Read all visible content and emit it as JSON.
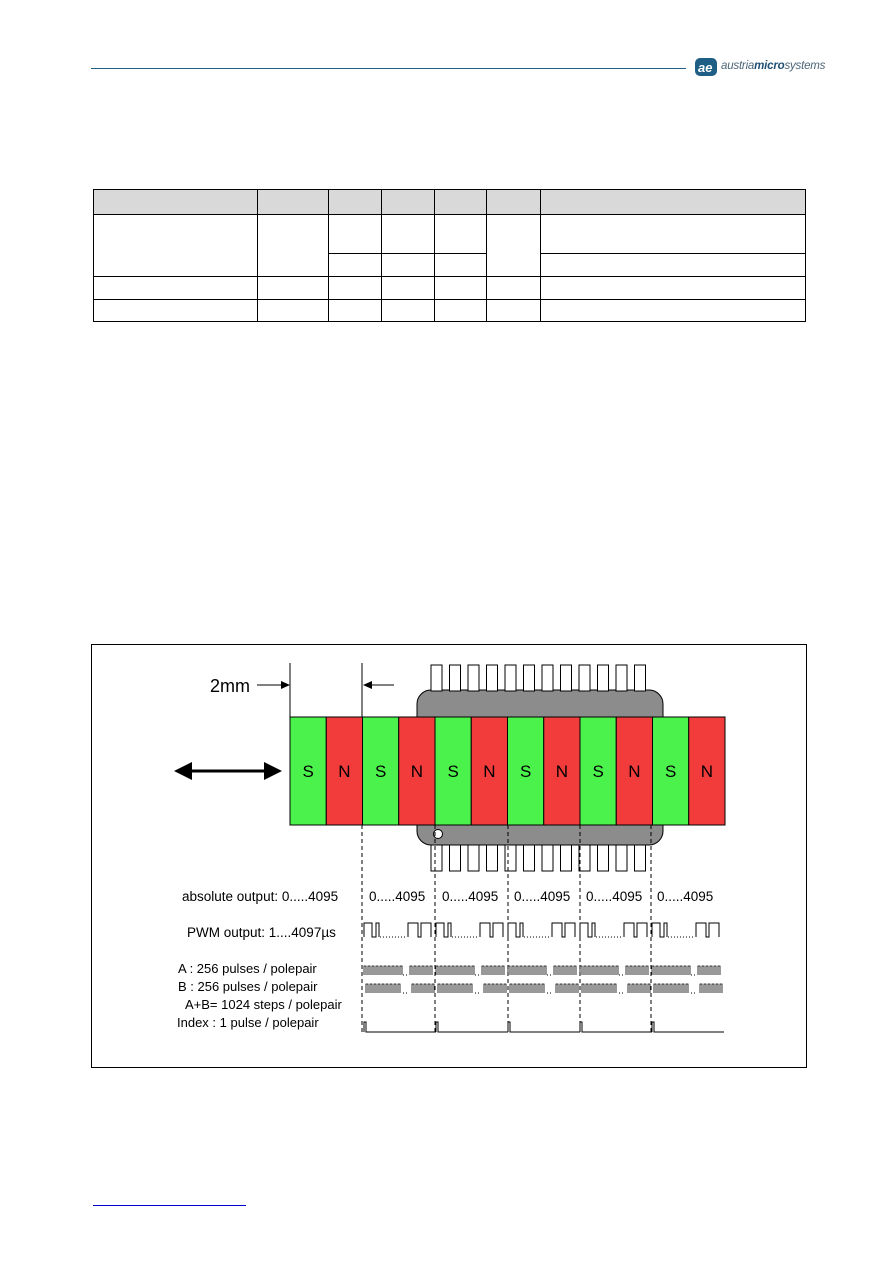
{
  "header": {
    "logo": {
      "text_prefix": "austria",
      "text_main": "micro",
      "text_suffix": "systems",
      "icon": "ams-logo-icon"
    },
    "line_color": "#1f5f86"
  },
  "figure": {
    "dimension_label": "2mm",
    "magnet_poles": [
      "S",
      "N",
      "S",
      "N",
      "S",
      "N",
      "S",
      "N",
      "S",
      "N",
      "S",
      "N"
    ],
    "colors": {
      "south": "#4cf24c",
      "north": "#f23c3c",
      "package": "#8c8c8c"
    },
    "absolute_output_label": "absolute output: 0.....4095",
    "absolute_output_repeats": [
      "0.....4095",
      "0.....4095",
      "0.....4095",
      "0.....4095",
      "0.....4095"
    ],
    "pwm_label": "PWM output: 1....4097µs",
    "a_label": "A : 256 pulses / polepair",
    "b_label": "B : 256 pulses / polepair",
    "ab_label": "A+B= 1024 steps / polepair",
    "index_label": "Index : 1 pulse / polepair"
  }
}
